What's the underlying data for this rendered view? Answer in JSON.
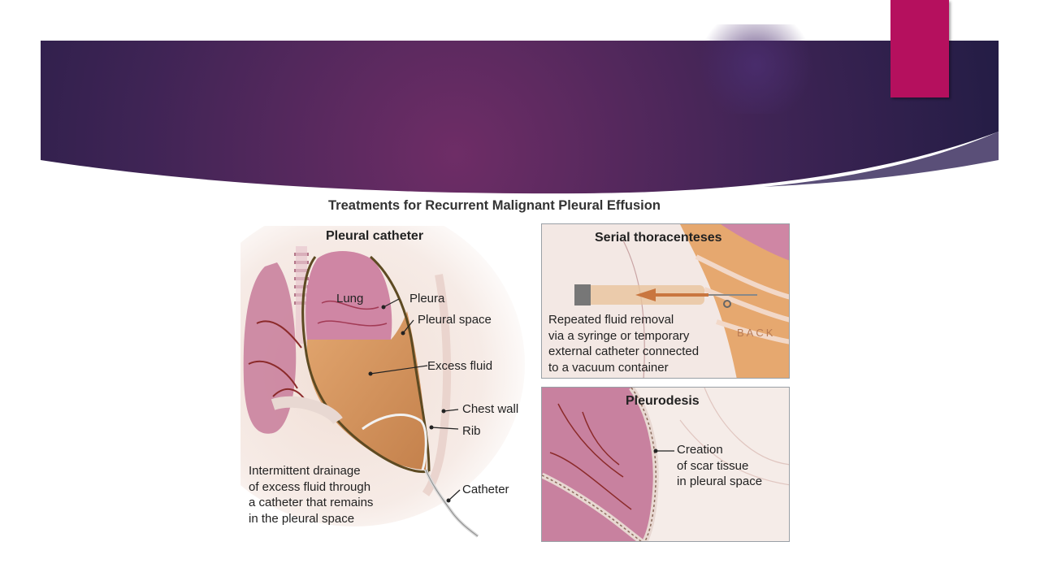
{
  "slide": {
    "banner_colors": {
      "dark": "#231a43",
      "mid": "#6a2c64",
      "accent": "#b5105e"
    }
  },
  "figure": {
    "title": "Treatments for Recurrent Malignant Pleural Effusion",
    "pleural_catheter": {
      "heading": "Pleural catheter",
      "labels": {
        "lung": "Lung",
        "pleura": "Pleura",
        "pleural_space": "Pleural space",
        "excess_fluid": "Excess fluid",
        "chest_wall": "Chest wall",
        "rib": "Rib",
        "catheter": "Catheter"
      },
      "caption": "Intermittent drainage\nof excess fluid through\na catheter that remains\nin the pleural space"
    },
    "serial_thoracenteses": {
      "heading": "Serial thoracenteses",
      "back_label": "BACK",
      "caption": "Repeated fluid removal\nvia a syringe or temporary\nexternal catheter connected\nto a vacuum container"
    },
    "pleurodesis": {
      "heading": "Pleurodesis",
      "caption": "Creation\nof scar tissue\nin pleural space"
    }
  }
}
